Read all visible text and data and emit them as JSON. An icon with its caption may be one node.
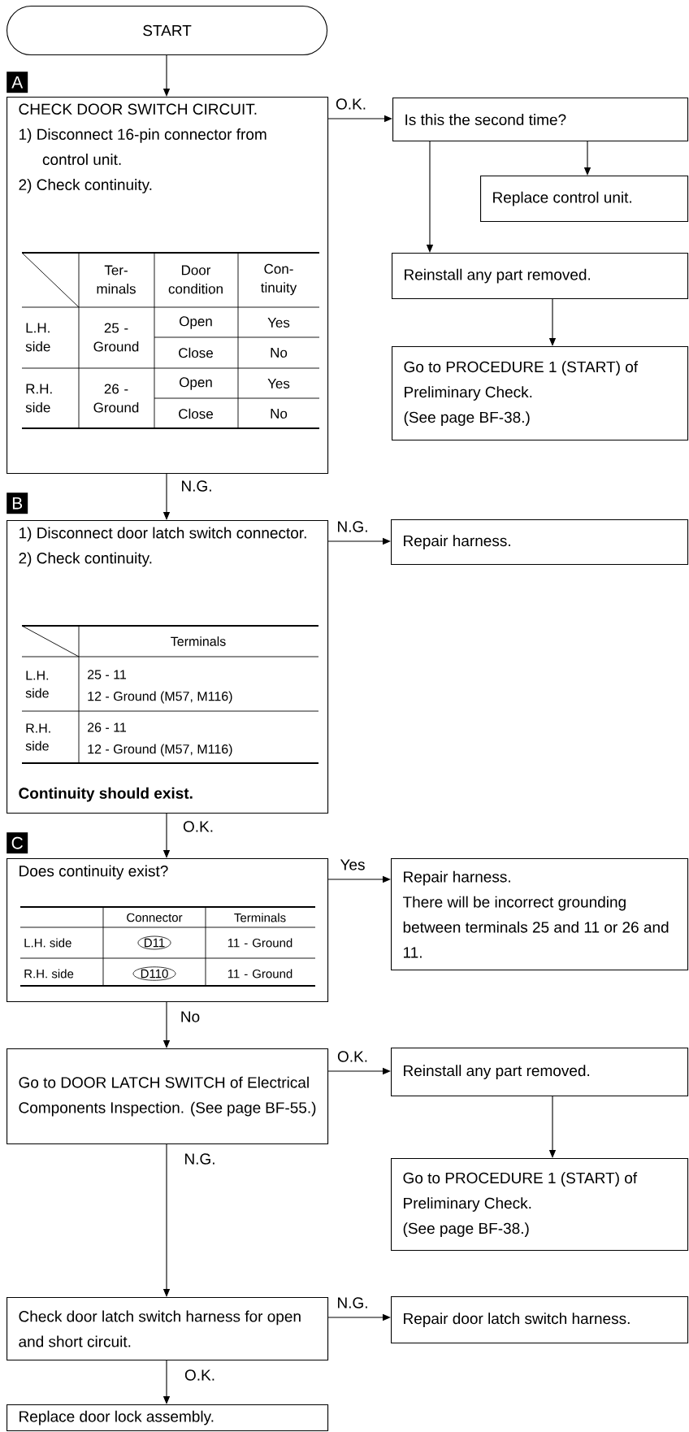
{
  "diagram": {
    "nodes": [
      {
        "text": [
          "START"
        ]
      },
      {
        "text": [
          "CHECK DOOR SWITCH CIRCUIT.",
          "1) Disconnect 16-pin connector from control unit.",
          "2) Check continuity."
        ]
      },
      {
        "text": [
          "Is this the second time?"
        ]
      },
      {
        "text": [
          "Replace control unit."
        ]
      },
      {
        "text": [
          "Reinstall any part removed."
        ]
      },
      {
        "text": [
          "Go to PROCEDURE 1 (START) of Preliminary Check.",
          "(See page BF-38.)"
        ]
      },
      {
        "text": [
          "1) Disconnect door latch switch connector.",
          "2) Check continuity.",
          "Continuity should exist."
        ]
      },
      {
        "text": [
          "Repair harness."
        ]
      },
      {
        "text": [
          "Does continuity exist?"
        ]
      },
      {
        "text": [
          "Repair harness.",
          "There will be incorrect grounding between terminals 25 and 11 or 26 and 11."
        ]
      },
      {
        "text": [
          "Go to DOOR LATCH SWITCH of Electrical Components Inspection. (See page BF-55.)"
        ]
      },
      {
        "text": [
          "Reinstall any part removed."
        ]
      },
      {
        "text": [
          "Go to PROCEDURE 1 (START) of Preliminary Check.",
          "(See page BF-38.)"
        ]
      },
      {
        "text": [
          "Check door latch switch harness for open and short circuit."
        ]
      },
      {
        "text": [
          "Repair door latch switch harness."
        ]
      },
      {
        "text": [
          "Replace door lock assembly."
        ]
      }
    ],
    "edges": [
      {
        "from": 0,
        "to": 1,
        "arrow": "to"
      },
      {
        "from": 1,
        "to": 2,
        "arrow": "to",
        "label": "O.K."
      },
      {
        "from": 2,
        "to": 3,
        "arrow": "to"
      },
      {
        "from": 2,
        "to": 4,
        "arrow": "to"
      },
      {
        "from": 4,
        "to": 5,
        "arrow": "to"
      },
      {
        "from": 1,
        "to": 6,
        "arrow": "to",
        "label": "N.G."
      },
      {
        "from": 6,
        "to": 7,
        "arrow": "to",
        "label": "N.G."
      },
      {
        "from": 6,
        "to": 8,
        "arrow": "to",
        "label": "O.K."
      },
      {
        "from": 8,
        "to": 9,
        "arrow": "to",
        "label": "Yes"
      },
      {
        "from": 8,
        "to": 10,
        "arrow": "to",
        "label": "No"
      },
      {
        "from": 10,
        "to": 11,
        "arrow": "to",
        "label": "O.K."
      },
      {
        "from": 11,
        "to": 12,
        "arrow": "to"
      },
      {
        "from": 10,
        "to": 13,
        "arrow": "to",
        "label": "N.G."
      },
      {
        "from": 13,
        "to": 14,
        "arrow": "to",
        "label": "N.G."
      },
      {
        "from": 13,
        "to": 15,
        "arrow": "to",
        "label": "O.K."
      }
    ],
    "labels": [
      "A",
      "Ter- minals",
      "Door condition",
      "Con- tinuity",
      "L.H. side",
      "25 - Ground",
      "Open",
      "Yes",
      "Close",
      "No",
      "R.H. side",
      "26 - Ground",
      "Open",
      "Yes",
      "Close",
      "No",
      "B",
      "Terminals",
      "L.H. side",
      "25 - 11",
      "12 - Ground (M57, M116)",
      "R.H. side",
      "26 - 11",
      "12 - Ground (M57, M116)",
      "C",
      "Connector",
      "Terminals",
      "L.H. side",
      "D11",
      "11 - Ground",
      "R.H. side",
      "D110",
      "11 - Ground"
    ]
  }
}
